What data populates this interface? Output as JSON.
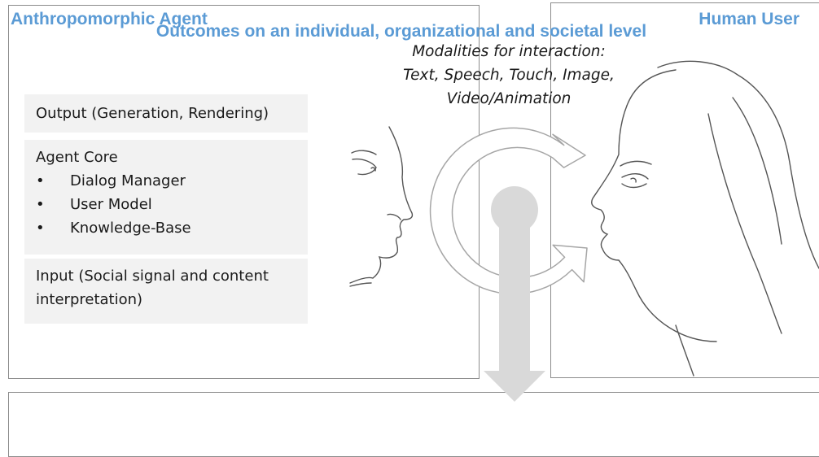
{
  "agent_panel": {
    "title": "Anthropomorphic Agent",
    "output_box": "Output (Generation, Rendering)",
    "agent_core": {
      "title": "Agent Core",
      "bullet": "•",
      "items": [
        "Dialog Manager",
        "User Model",
        "Knowledge-Base"
      ]
    },
    "input_box": {
      "line1": "Input (Social signal and content",
      "line2": "interpretation)"
    }
  },
  "user_panel": {
    "title": "Human User"
  },
  "modalities": {
    "line1": "Modalities for interaction:",
    "line2": "Text, Speech, Touch, Image,",
    "line3": "Video/Animation"
  },
  "outcome_panel": {
    "title": "Outcomes on an individual, organizational and societal level"
  },
  "colors": {
    "title_blue": "#5b9bd5",
    "box_gray": "#f2f2f2",
    "arrow_gray": "#d9d9d9",
    "border": "#8c8c8c"
  }
}
